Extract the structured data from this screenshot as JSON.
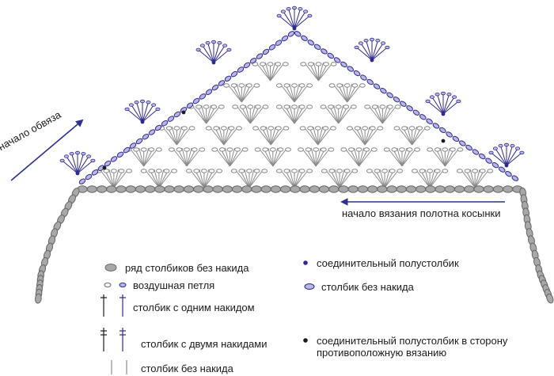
{
  "diagram": {
    "edging_start_label": "начало обвяза",
    "body_start_label": "начало вязания полотна косынки"
  },
  "legend": {
    "left": [
      {
        "symbol": "sc-oval",
        "text": "ряд столбиков без накида"
      },
      {
        "symbol": "chain",
        "text": "воздушная петля"
      },
      {
        "symbol": "double-crochet",
        "text": "столбик с одним накидом"
      },
      {
        "symbol": "treble-crochet",
        "text": "столбик с двумя накидами"
      },
      {
        "symbol": "single-crochet-stitch",
        "text": "столбик без накида"
      }
    ],
    "right": [
      {
        "symbol": "slip-stitch-blue",
        "text": "соединительный полустолбик"
      },
      {
        "symbol": "sc-blue-oval",
        "text": "столбик без накида"
      },
      {
        "symbol": "slip-stitch-black",
        "text": "соединительный полустолбик в сторону противоположную вязанию"
      }
    ]
  },
  "colors": {
    "ink": "#1b1b1b",
    "grey_fill": "#a8a8a8",
    "stitch_grey": "#8a8a8a",
    "accent_blue": "#2d2a8c",
    "blue_fill": "#b9b6e3",
    "arrow_blue": "#2b3190"
  }
}
